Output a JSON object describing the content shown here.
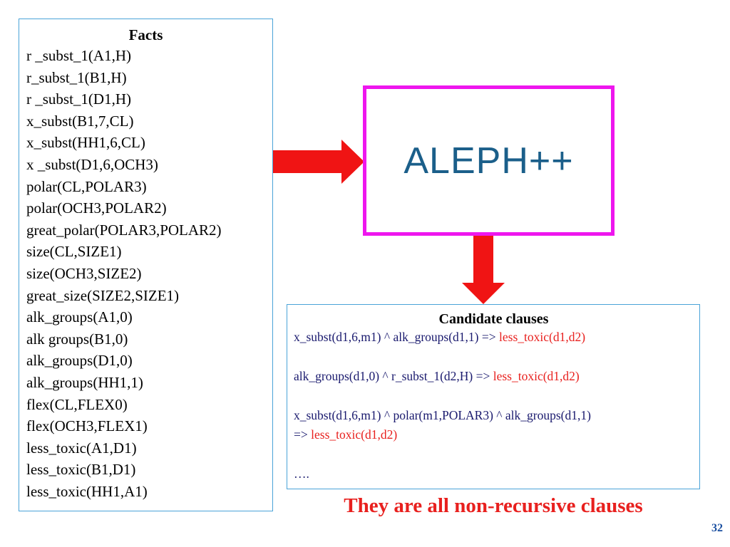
{
  "facts": {
    "title": "Facts",
    "items": [
      "r _subst_1(A1,H)",
      "r_subst_1(B1,H)",
      "r _subst_1(D1,H)",
      "x_subst(B1,7,CL)",
      "x_subst(HH1,6,CL)",
      "x _subst(D1,6,OCH3)",
      "polar(CL,POLAR3)",
      "polar(OCH3,POLAR2)",
      "great_polar(POLAR3,POLAR2)",
      "size(CL,SIZE1)",
      "size(OCH3,SIZE2)",
      "great_size(SIZE2,SIZE1)",
      "alk_groups(A1,0)",
      "alk groups(B1,0)",
      "alk_groups(D1,0)",
      "alk_groups(HH1,1)",
      "flex(CL,FLEX0)",
      "flex(OCH3,FLEX1)",
      "less_toxic(A1,D1)",
      "less_toxic(B1,D1)",
      "less_toxic(HH1,A1)"
    ]
  },
  "system": {
    "label": "ALEPH++"
  },
  "candidates": {
    "title": "Candidate clauses",
    "clause1": {
      "body": "x_subst(d1,6,m1) ^ alk_groups(d1,1) => ",
      "head": "less_toxic(d1,d2)"
    },
    "clause2": {
      "body": "alk_groups(d1,0) ^ r_subst_1(d2,H) => ",
      "head": "less_toxic(d1,d2)"
    },
    "clause3": {
      "body": "x_subst(d1,6,m1) ^ polar(m1,POLAR3) ^ alk_groups(d1,1)",
      "body2": "=> ",
      "head": "less_toxic(d1,d2)"
    },
    "ellipsis": "…."
  },
  "summary": "They are all non-recursive clauses",
  "page_number": "32",
  "colors": {
    "box_border": "#4aa3d8",
    "aleph_border": "#ee16ee",
    "arrow": "#f01414",
    "head_text": "#e8201e",
    "clause_text": "#1a1a6e"
  }
}
